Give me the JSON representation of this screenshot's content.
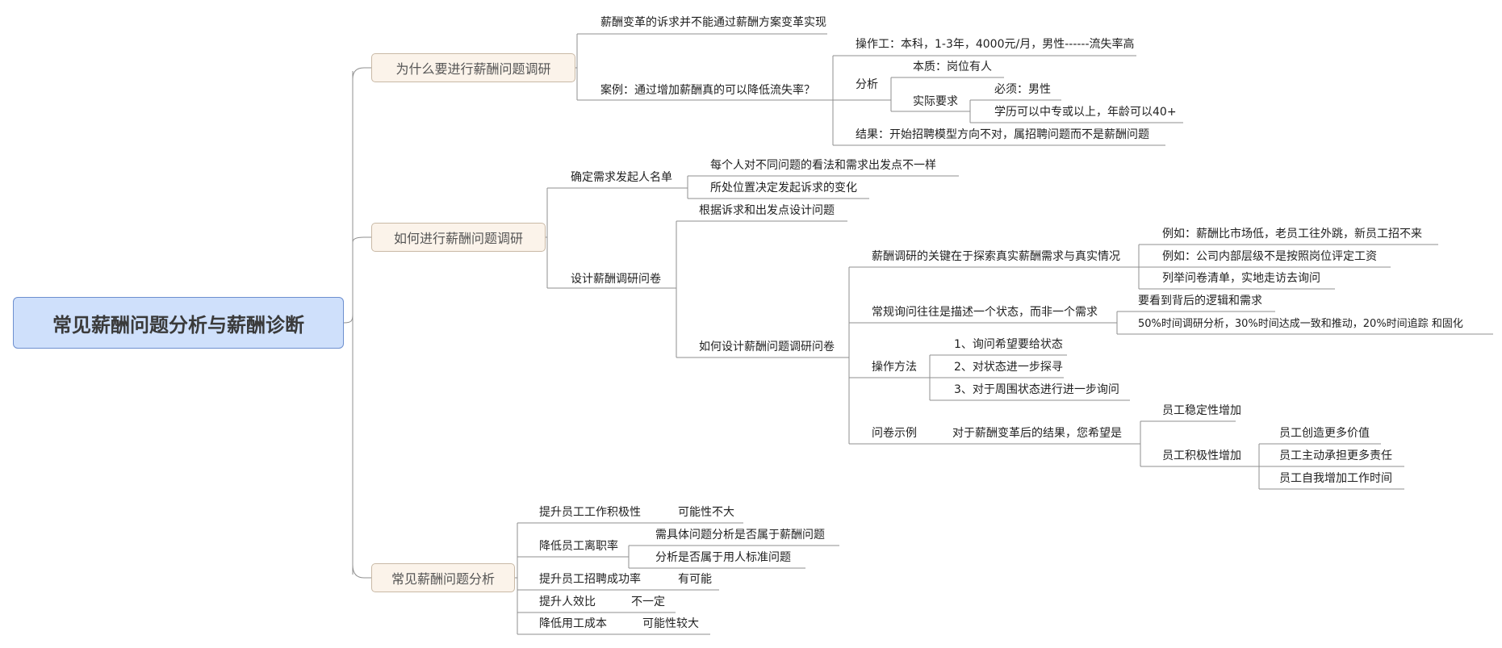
{
  "root": "常见薪酬问题分析与薪酬诊断",
  "branch1": {
    "title": "为什么要进行薪酬问题调研",
    "item1": "薪酬变革的诉求并不能通过薪酬方案变革实现",
    "case": {
      "label": "案例：通过增加薪酬真的可以降低流失率？",
      "op": "操作工：本科，1-3年，4000元/月，男性------流失率高",
      "analysis": {
        "label": "分析",
        "essence": "本质：岗位有人",
        "req": {
          "label": "实际要求",
          "must": "必须：男性",
          "edu": "学历可以中专或以上，年龄可以40+"
        }
      },
      "result": "结果：开始招聘模型方向不对，属招聘问题而不是薪酬问题"
    }
  },
  "branch2": {
    "title": "如何进行薪酬问题调研",
    "initiators": {
      "label": "确定需求发起人名单",
      "c1": "每个人对不同问题的看法和需求出发点不一样",
      "c2": "所处位置决定发起诉求的变化"
    },
    "survey": {
      "label": "设计薪酬调研问卷",
      "design": "根据诉求和出发点设计问题",
      "how": {
        "label": "如何设计薪酬问题调研问卷",
        "key": {
          "label": "薪酬调研的关键在于探索真实薪酬需求与真实情况",
          "e1": "例如：薪酬比市场低，老员工往外跳，新员工招不来",
          "e2": "例如：公司内部层级不是按照岗位评定工资",
          "e3": "列举问卷清单，实地走访去询问"
        },
        "common": {
          "label": "常规询问往往是描述一个状态，而非一个需求",
          "c1": "要看到背后的逻辑和需求",
          "c2": "50%时间调研分析，30%时间达成一致和推动，20%时间追踪 和固化"
        },
        "method": {
          "label": "操作方法",
          "s1": "1、询问希望要给状态",
          "s2": "2、对状态进一步探寻",
          "s3": "3、对于周围状态进行进一步询问"
        },
        "example": {
          "label": "问卷示例",
          "question": "对于薪酬变革后的结果，您希望是",
          "a1": "员工稳定性增加",
          "a2": {
            "label": "员工积极性增加",
            "s1": "员工创造更多价值",
            "s2": "员工主动承担更多责任",
            "s3": "员工自我增加工作时间"
          }
        }
      }
    }
  },
  "branch3": {
    "title": "常见薪酬问题分析",
    "r1": {
      "label": "提升员工工作积极性",
      "value": "可能性不大"
    },
    "r2": {
      "label": "降低员工离职率",
      "v1": "需具体问题分析是否属于薪酬问题",
      "v2": "分析是否属于用人标准问题"
    },
    "r3": {
      "label": "提升员工招聘成功率",
      "value": "有可能"
    },
    "r4": {
      "label": "提升人效比",
      "value": "不一定"
    },
    "r5": {
      "label": "降低用工成本",
      "value": "可能性较大"
    }
  }
}
